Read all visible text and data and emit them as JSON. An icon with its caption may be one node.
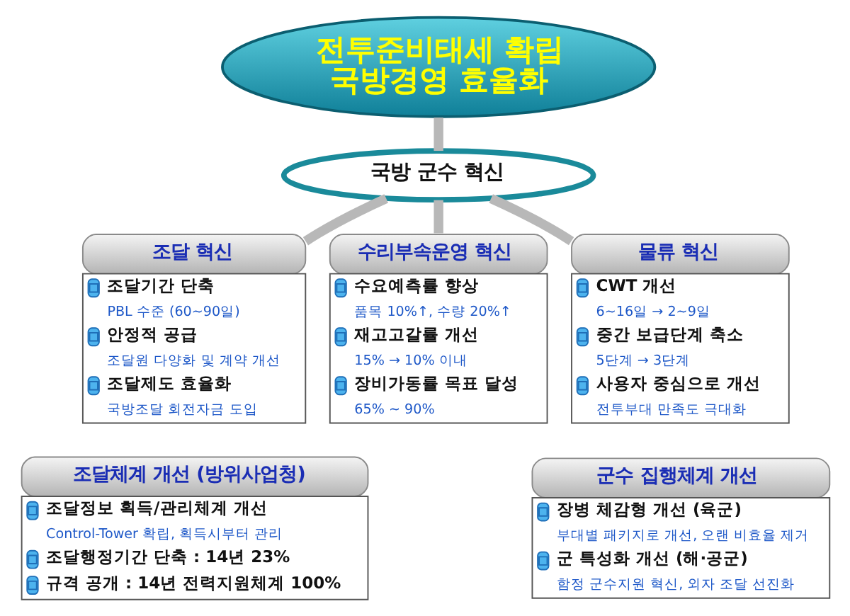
{
  "diagram": {
    "nodes": [
      {
        "text": [
          "전투준비태세 확립 국방경영 효율화"
        ]
      },
      {
        "text": [
          "국방 군수 혁신"
        ]
      },
      {
        "text": [
          "조달 혁신",
          "조달기간 단축",
          "PBL 수준 (60~90일)",
          "안정적 공급",
          "조달원 다양화 및 계약 개선",
          "조달제도 효율화",
          "국방조달 회전자금 도입"
        ]
      },
      {
        "text": [
          "수리부속운영 혁신",
          "수요예측률 향상",
          "품목 10%↑, 수량 20%↑",
          "재고고갈률 개선",
          "15% → 10% 이내",
          "장비가동률 목표 달성",
          "65% ~ 90%"
        ]
      },
      {
        "text": [
          "물류 혁신",
          "CWT 개선",
          "6~16일 → 2~9일",
          "중간 보급단계 축소",
          "5단계 → 3단계",
          "사용자 중심으로 개선",
          "전투부대 만족도 극대화"
        ]
      },
      {
        "text": [
          "조달체계 개선 (방위사업청)",
          "조달정보 획득/관리체계 개선",
          "Control-Tower 확립, 획득시부터 관리",
          "조달행정기간 단축 : 14년 23%",
          "규격 공개 : 14년 전력지원체계 100%"
        ]
      },
      {
        "text": [
          "군수 집행체계 개선",
          "장병 체감형 개선 (육군)",
          "부대별 패키지로 개선, 오랜 비효율 제거",
          "군 특성화 개선 (해·공군)",
          "함정 군수지원 혁신, 외자 조달 선진화"
        ]
      }
    ],
    "edges": [
      {
        "from": 0,
        "to": 1,
        "arrow": "none"
      },
      {
        "from": 1,
        "to": 2,
        "arrow": "none"
      },
      {
        "from": 1,
        "to": 3,
        "arrow": "none"
      },
      {
        "from": 1,
        "to": 4,
        "arrow": "none"
      }
    ]
  }
}
